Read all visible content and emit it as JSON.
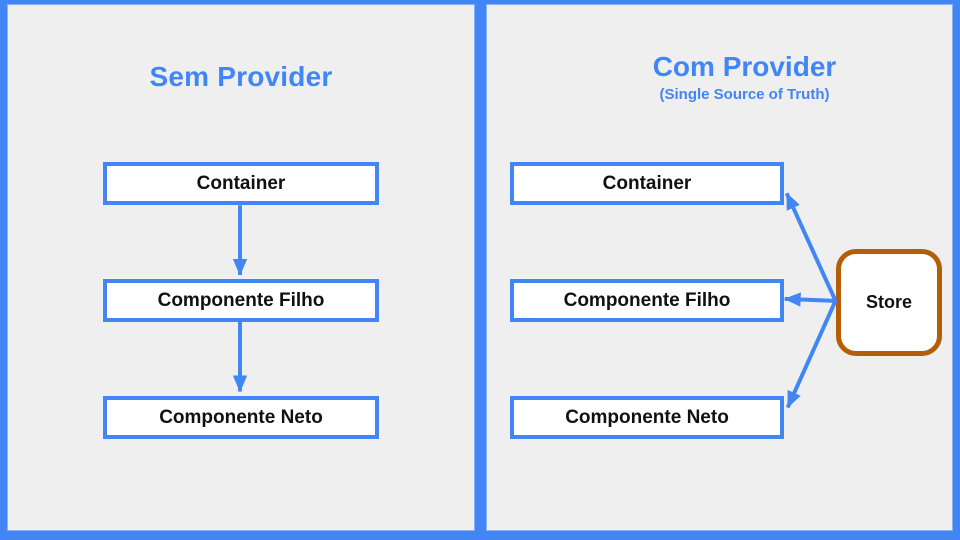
{
  "left_panel": {
    "title": "Sem Provider",
    "boxes": [
      "Container",
      "Componente Filho",
      "Componente Neto"
    ]
  },
  "right_panel": {
    "title": "Com Provider",
    "subtitle": "(Single Source of Truth)",
    "boxes": [
      "Container",
      "Componente Filho",
      "Componente Neto"
    ],
    "store_label": "Store"
  },
  "colors": {
    "frame_blue": "#4285f4",
    "panel_background": "#efefef",
    "box_border_blue": "#4285f4",
    "box_background": "#ffffff",
    "box_text": "#111111",
    "title_blue": "#4285f4",
    "arrow_blue": "#4285f4",
    "store_border_orange": "#b45f06"
  }
}
